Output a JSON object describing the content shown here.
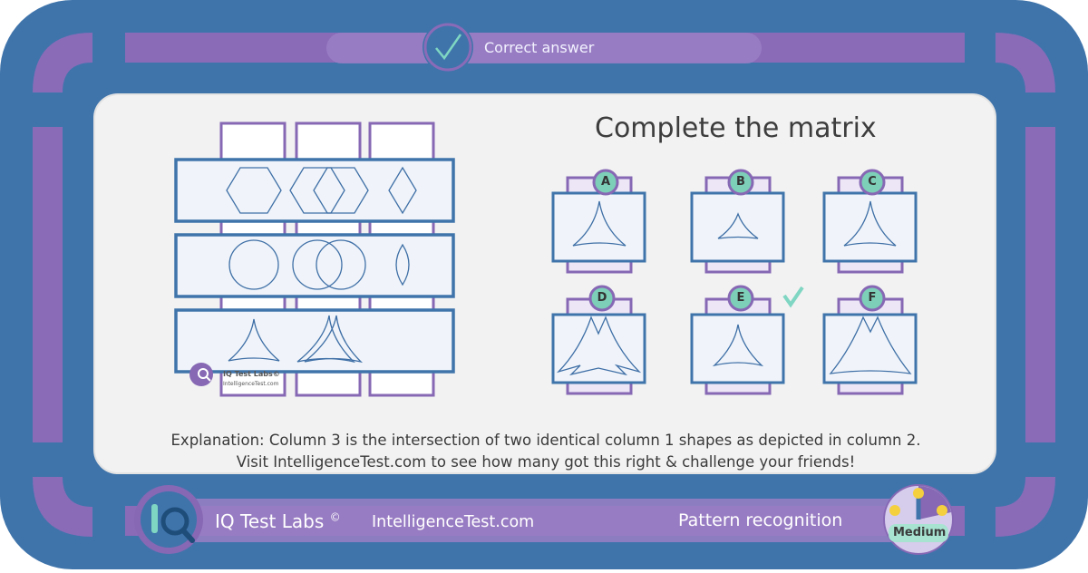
{
  "header": {
    "status_text": "Correct answer",
    "status_icon": "checkmark-icon"
  },
  "main": {
    "title": "Complete the matrix"
  },
  "options": [
    {
      "label": "A",
      "correct": false
    },
    {
      "label": "B",
      "correct": false
    },
    {
      "label": "C",
      "correct": false
    },
    {
      "label": "D",
      "correct": false
    },
    {
      "label": "E",
      "correct": true
    },
    {
      "label": "F",
      "correct": false
    }
  ],
  "watermark": {
    "brand": "IQ Test Labs©",
    "site": "IntelligenceTest.com"
  },
  "explanation": {
    "line1": "Explanation: Column 3 is the intersection of two identical column 1 shapes as depicted in column 2.",
    "line2": "Visit IntelligenceTest.com to see how many got this right & challenge your friends!"
  },
  "footer": {
    "brand": "IQ Test Labs",
    "copyright": "©",
    "site": "IntelligenceTest.com",
    "category": "Pattern recognition",
    "difficulty": "Medium"
  },
  "colors": {
    "frame": "#3f74ab",
    "purple": "#8668b4",
    "card": "#f0f4fa",
    "shape": "#3f6fa6",
    "teal": "#7fd6c2",
    "badge": "#7dcfb8"
  }
}
